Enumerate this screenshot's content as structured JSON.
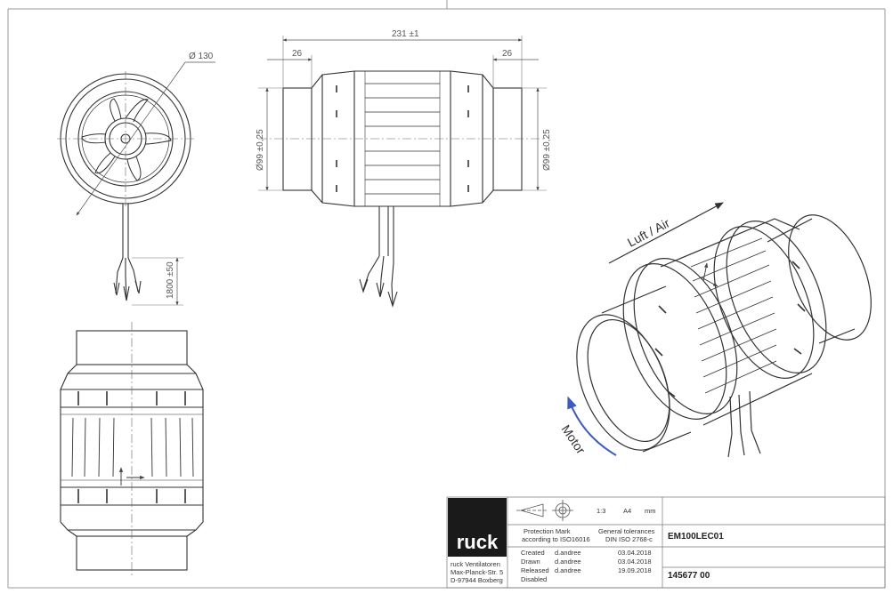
{
  "dimensions": {
    "diameter_outer": "Ø 130",
    "length_total": "231 ±1",
    "collar_left": "26",
    "collar_right": "26",
    "diameter_left": "Ø99 ±0,25",
    "diameter_right": "Ø99 ±0,25",
    "cable_length": "1800 ±50"
  },
  "flow_labels": {
    "air": "Luft / Air",
    "motor": "Motor"
  },
  "colors": {
    "motor_arrow": "#3a5bc7",
    "line": "#333333",
    "logo_bg": "#1a1a1a"
  },
  "title_block": {
    "logo": "ruck",
    "company": [
      "ruck Ventilatoren",
      "Max-Planck-Str. 5",
      "D-97944 Boxberg"
    ],
    "scale": "1:3",
    "paper": "A4",
    "unit": "mm",
    "protection_label": [
      "Protection Mark",
      "according to ISO16016"
    ],
    "tolerance_label": [
      "General tolerances",
      "DIN ISO 2768-c"
    ],
    "rows": [
      {
        "label": "Created",
        "name": "d.andree",
        "date": "03.04.2018"
      },
      {
        "label": "Drawn",
        "name": "d.andree",
        "date": "03.04.2018"
      },
      {
        "label": "Released",
        "name": "d.andree",
        "date": "19.09.2018"
      },
      {
        "label": "Disabled",
        "name": "",
        "date": ""
      }
    ],
    "part_name": "EM100LEC01",
    "part_number": "145677  00"
  }
}
